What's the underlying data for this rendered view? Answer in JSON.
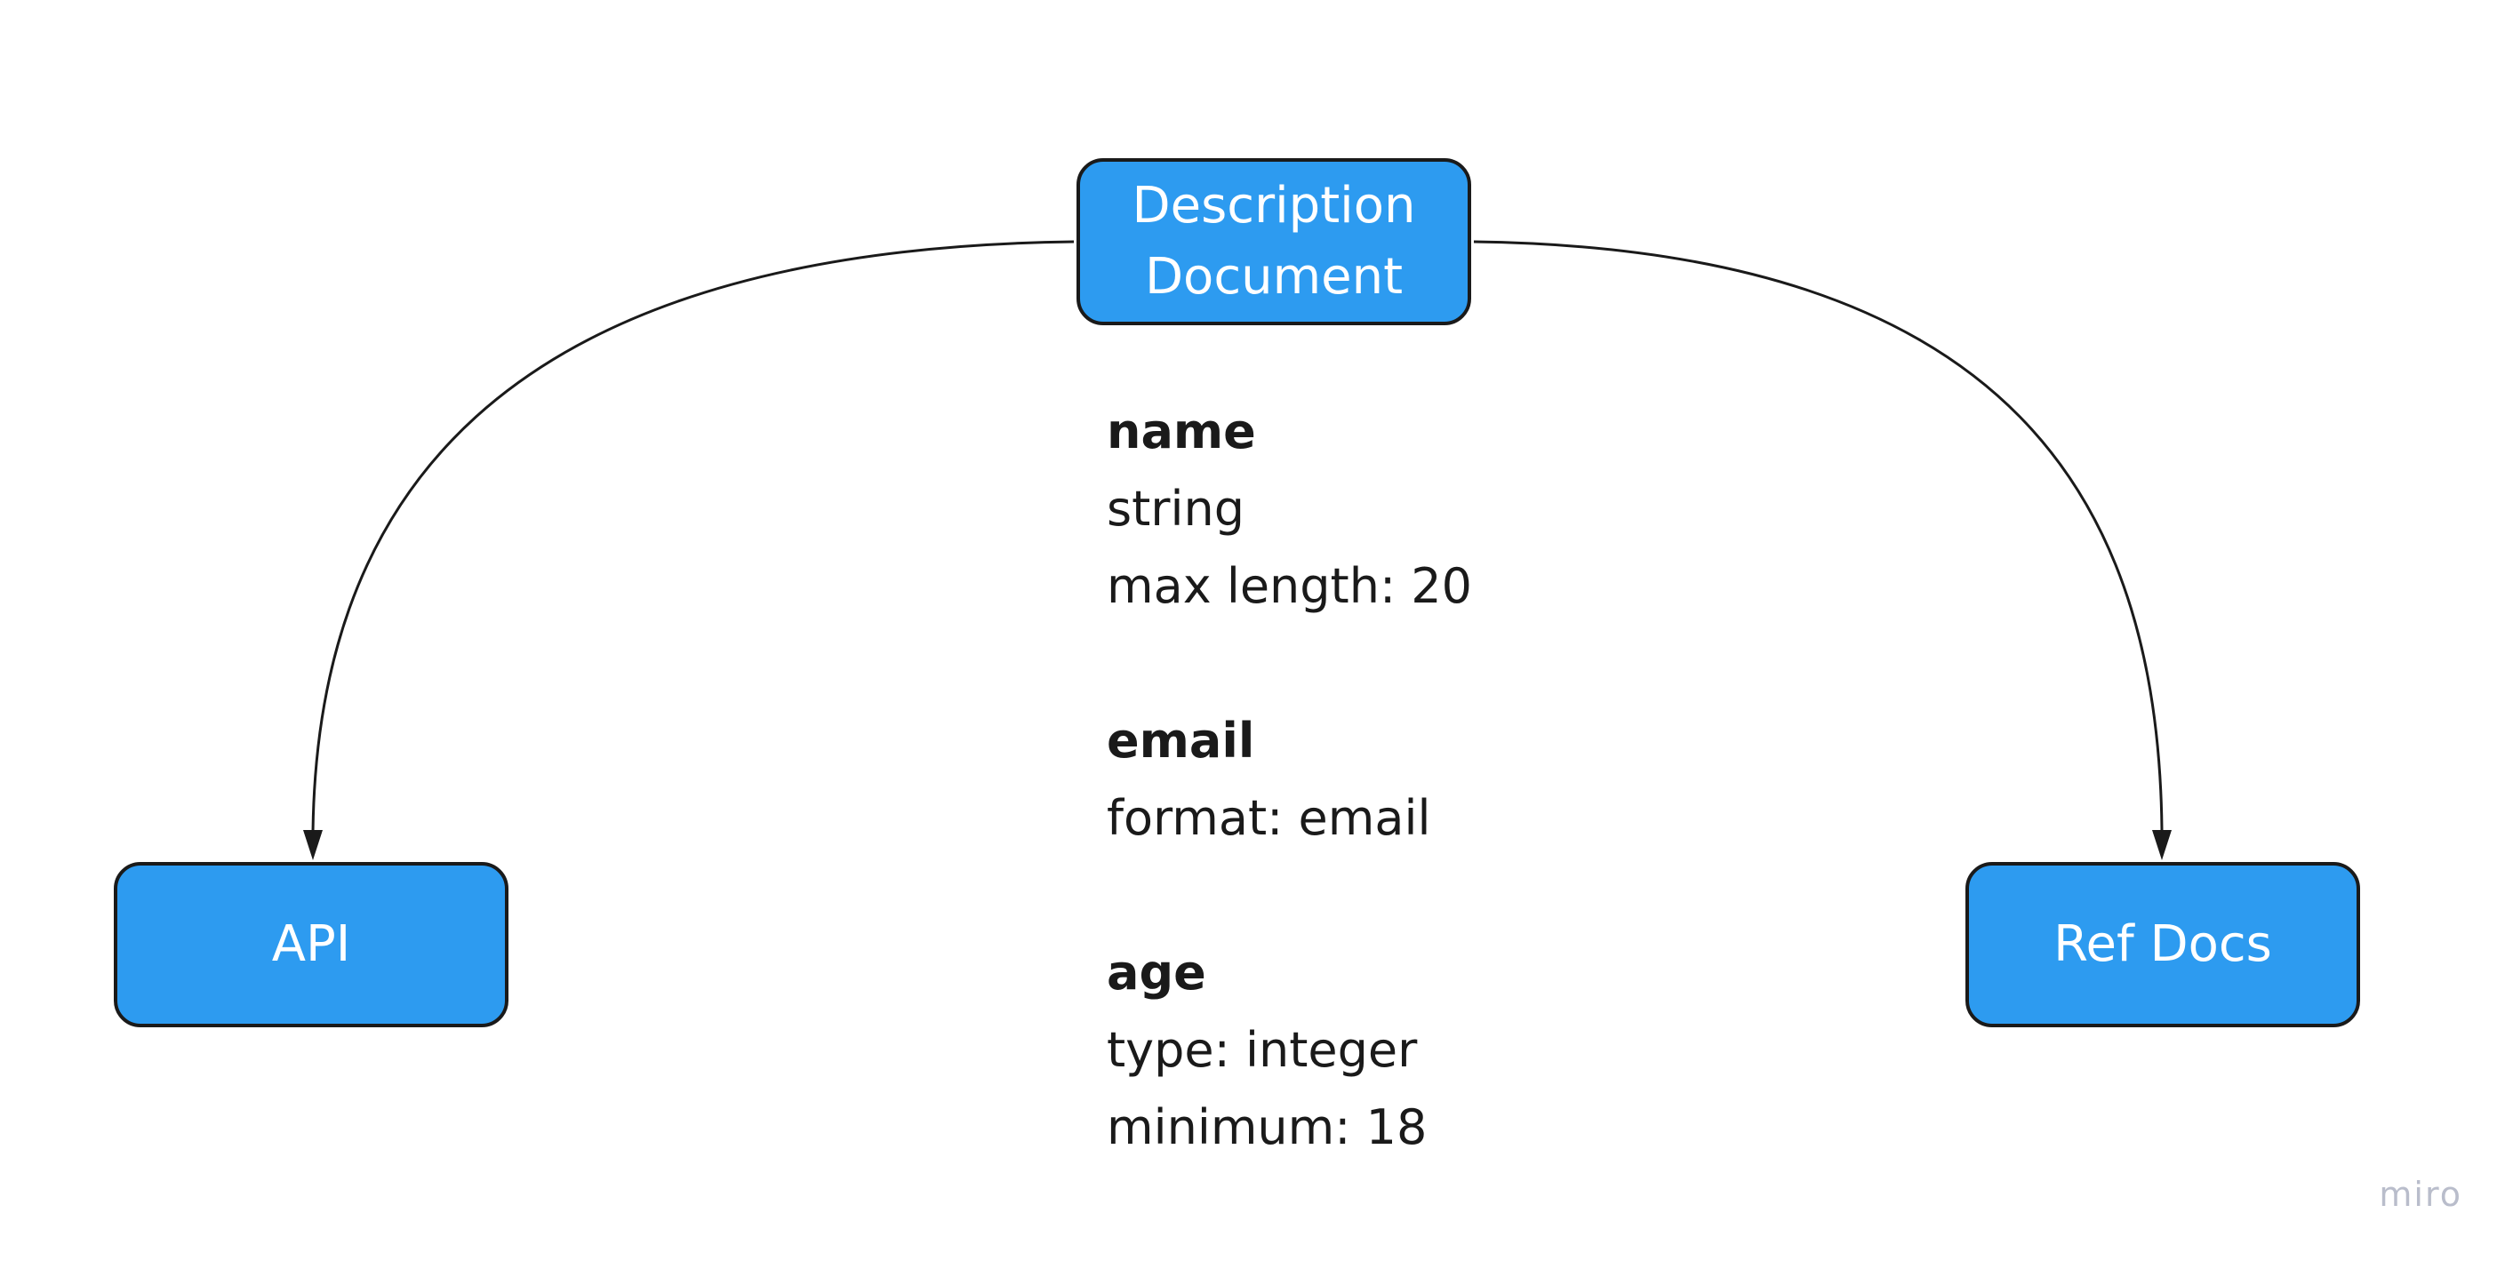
{
  "nodes": {
    "description_document": {
      "line1": "Description",
      "line2": "Document"
    },
    "api": {
      "label": "API"
    },
    "ref_docs": {
      "label": "Ref Docs"
    }
  },
  "schema": {
    "fields": [
      {
        "name": "name",
        "lines": [
          "string",
          "max length: 20"
        ]
      },
      {
        "name": "email",
        "lines": [
          "format: email"
        ]
      },
      {
        "name": "age",
        "lines": [
          "type: integer",
          "minimum: 18"
        ]
      }
    ]
  },
  "watermark": "miro",
  "colors": {
    "node_fill": "#2d9bf0",
    "node_border": "#1a1a1a",
    "node_text": "#ffffff",
    "text": "#1a1a1a",
    "watermark": "#b9bdcb"
  }
}
